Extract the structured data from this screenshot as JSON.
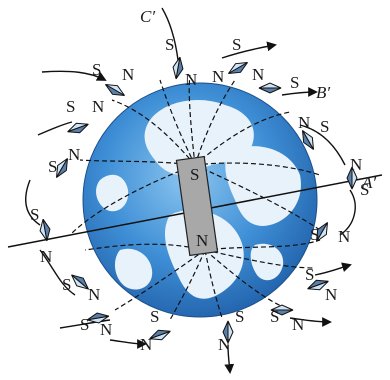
{
  "labels": {
    "point_a": "A′",
    "point_b": "B′",
    "point_c": "C′",
    "magnet_top": "S",
    "magnet_bottom": "N"
  },
  "compass_letters": {
    "north": "N",
    "south": "S"
  },
  "colors": {
    "ocean": "#3f8fd6",
    "land": "#e8f2fb",
    "magnet": "#a8a8a8",
    "needle_light": "#cfe3f5",
    "needle_dark": "#5a7fa8"
  }
}
